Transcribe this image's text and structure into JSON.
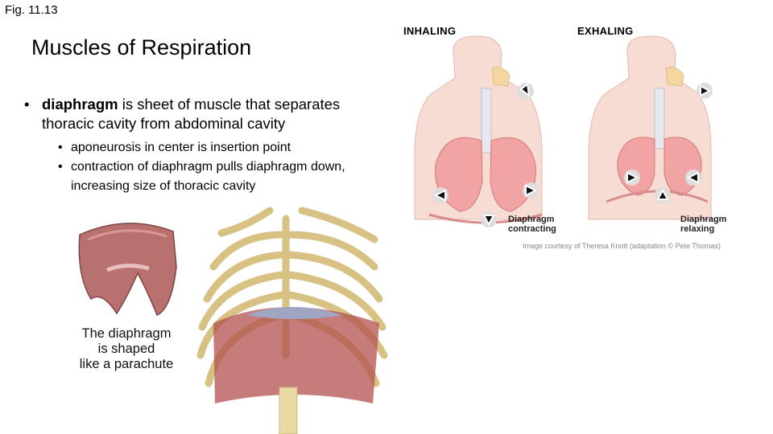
{
  "slide": {
    "fig_label": "Fig. 11.13",
    "title": "Muscles of Respiration",
    "bullet1": {
      "term": "diaphragm",
      "text_line1": " is sheet of muscle that separates",
      "text_line2": "thoracic cavity from abdominal cavity"
    },
    "sub_bullets": [
      "aponeurosis in center is insertion point",
      "contraction of diaphragm pulls diaphragm down, increasing size of thoracic cavity"
    ],
    "bullet_glyph": "•"
  },
  "respiration_figure": {
    "inhaling_label": "INHALING",
    "exhaling_label": "EXHALING",
    "inhale_caption_1": "Diaphragm",
    "inhale_caption_2": "contracting",
    "exhale_caption_1": "Diaphragm",
    "exhale_caption_2": "relaxing",
    "credit": "Image courtesy of Theresa Knott (adaptation © Pete Thomas)"
  },
  "diaphragm_figure": {
    "caption_line1": "The diaphragm",
    "caption_line2": "is shaped",
    "caption_line3": "like a parachute"
  },
  "colors": {
    "lung_pink": "#f2a3a3",
    "body_skin": "#f7dcd4",
    "muscle_red": "#b3504e",
    "bone": "#e9d9a4"
  }
}
